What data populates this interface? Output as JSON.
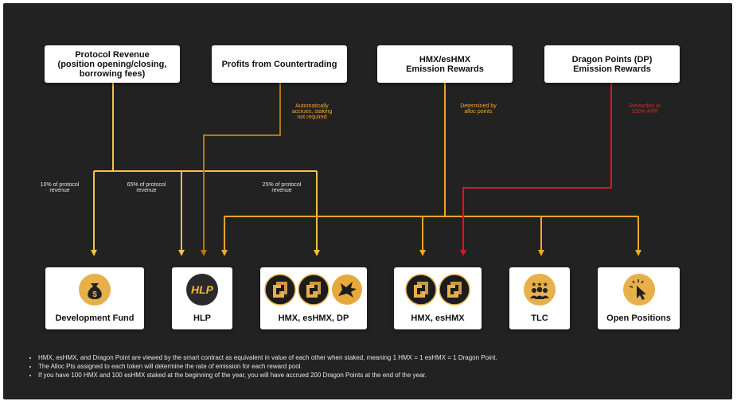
{
  "sources": {
    "protocol_revenue": [
      "Protocol Revenue",
      "(position opening/closing,",
      "borrowing fees)"
    ],
    "countertrading": [
      "Profits from Countertrading"
    ],
    "hmx_emission": [
      "HMX/esHMX",
      "Emission Rewards"
    ],
    "dp_emission": [
      "Dragon Points (DP)",
      "Emission Rewards"
    ]
  },
  "annotations": {
    "auto_accrues": [
      "Automatically",
      "accrues, staking",
      "not required"
    ],
    "alloc_points": [
      "Determined by",
      "alloc points"
    ],
    "apr": [
      "Rewarded at",
      "100% APR"
    ],
    "pct10": [
      "10% of protocol",
      "revenue"
    ],
    "pct65": [
      "65% of protocol",
      "revenue"
    ],
    "pct25": [
      "25% of protocol",
      "revenue"
    ]
  },
  "destinations": {
    "dev_fund": "Development Fund",
    "hlp": "HLP",
    "hmx_eshmx_dp": "HMX, esHMX, DP",
    "hmx_eshmx": "HMX, esHMX",
    "tlc": "TLC",
    "open_positions": "Open Positions"
  },
  "icons": {
    "hlp_text": "HLP",
    "dev_fund_icon": "money-bag-icon",
    "tlc_icon": "people-stars-icon",
    "open_positions_icon": "cursor-click-icon"
  },
  "notes": [
    "HMX, esHMX, and Dragon Point are viewed by the smart contract as equivalent in value of each other when staked, meaning 1 HMX = 1 esHMX = 1 Dragon Point.",
    "The Alloc Pts assigned to each token will determine the rate of emission for each reward pool.",
    "If you have 100 HMX and 100 esHMX staked at the beginning of the year, you will have accrued 200 Dragon Points at the end of the year."
  ],
  "colors": {
    "background": "#222222",
    "light_orange": "#f7c04a",
    "dark_orange": "#b8741a",
    "orange": "#f5a623",
    "red": "#d7191c",
    "gold": "#e8b04b"
  }
}
